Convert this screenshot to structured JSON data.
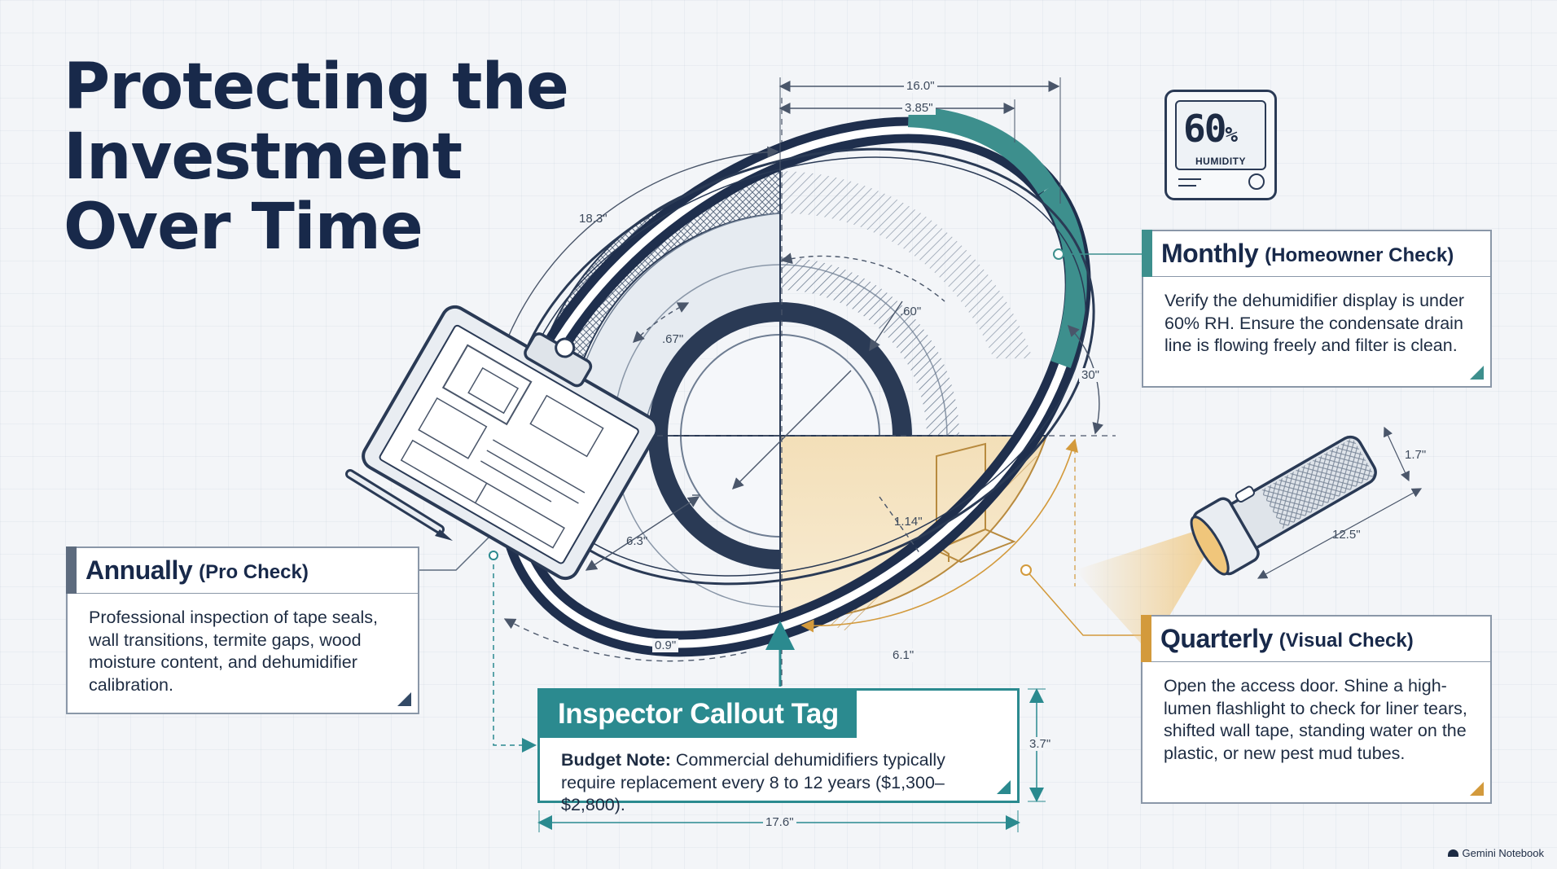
{
  "title": {
    "line1": "Protecting the",
    "line2": "Investment",
    "line3": "Over Time"
  },
  "cards": {
    "monthly": {
      "heading": "Monthly",
      "subheading": "(Homeowner Check)",
      "body": "Verify the dehumidifier display is under 60% RH. Ensure the condensate drain line is flowing freely and filter is clean."
    },
    "annually": {
      "heading": "Annually",
      "subheading": "(Pro Check)",
      "body": "Professional inspection of tape seals, wall transitions, termite gaps, wood moisture content, and dehumidifier calibration."
    },
    "quarterly": {
      "heading": "Quarterly",
      "subheading": "(Visual Check)",
      "body": "Open the access door. Shine a high-lumen flashlight to check for liner tears, shifted wall tape, standing water on the plastic, or new pest mud tubes."
    },
    "inspector": {
      "tag": "Inspector Callout Tag",
      "note_label": "Budget Note:",
      "note_text": " Commercial dehumidifiers typically require replacement every 8 to 12 years ($1,300–$2,800)."
    }
  },
  "hygrometer": {
    "reading": "60",
    "unit": "%",
    "label": "HUMIDITY"
  },
  "dimensions": {
    "d1": "16.0\"",
    "d2": "3.85\"",
    "d3": "18.3\"",
    "d4": ".67\"",
    "d5": ".60\"",
    "d6": "30\"",
    "d7": "6.3\"",
    "d8": "1.14\"",
    "d9": "0.9\"",
    "d10": "6.1\"",
    "d11": "3.7\"",
    "d12": "17.6\"",
    "d13": "1.7\"",
    "d14": "12.5\""
  },
  "brand": "Gemini Notebook",
  "colors": {
    "navy": "#18294a",
    "teal": "#2b8a8f",
    "amber": "#d39a3c",
    "slate": "#5d6b7e"
  }
}
